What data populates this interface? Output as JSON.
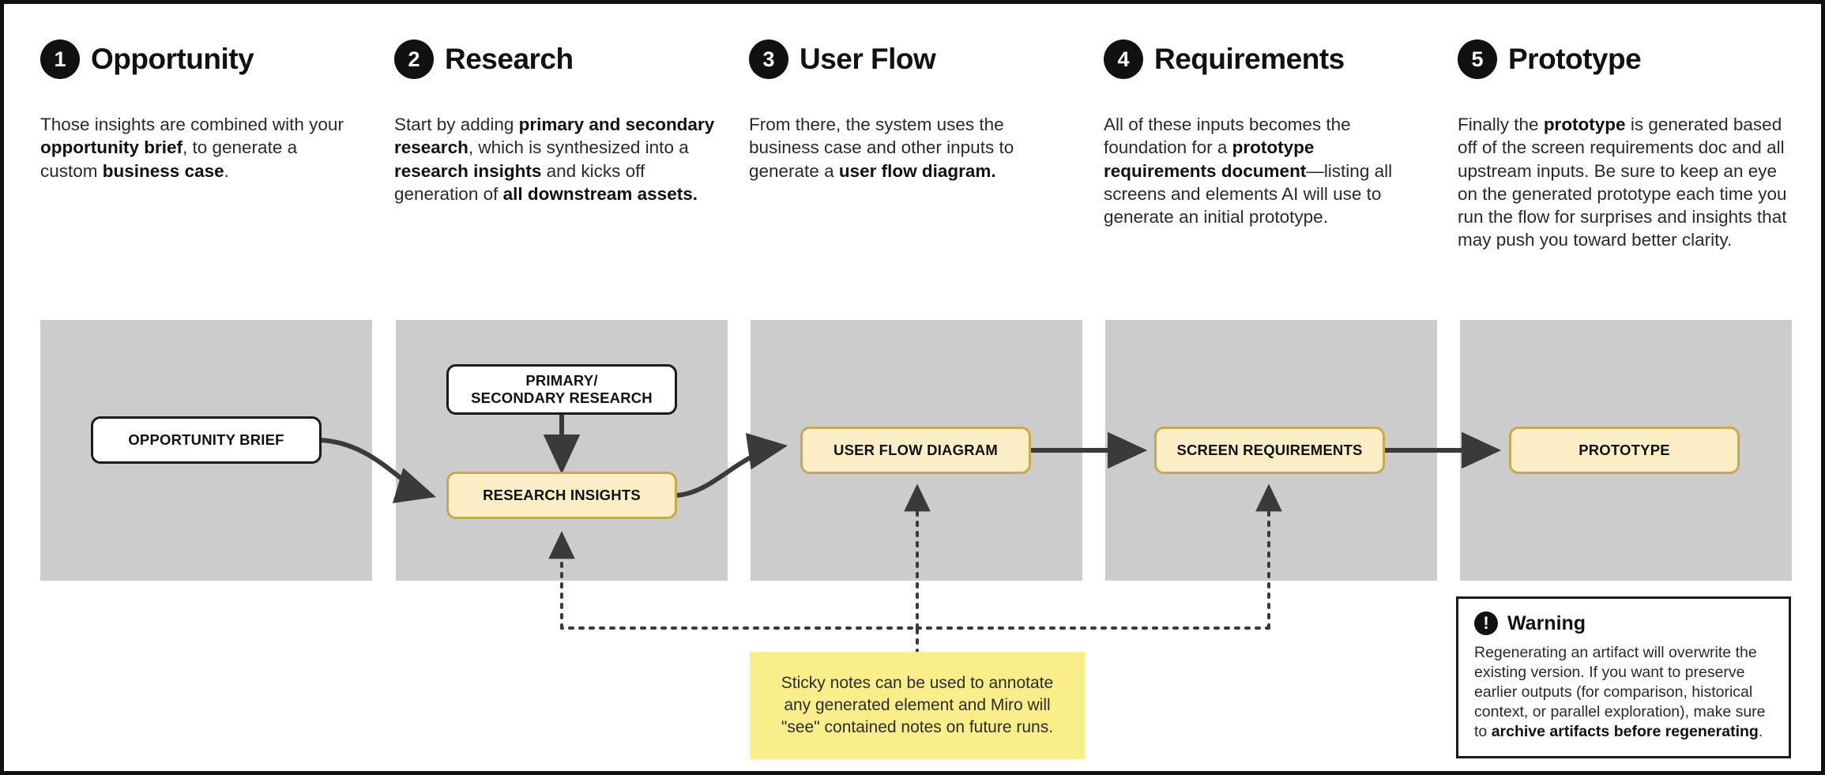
{
  "columns": [
    {
      "number": "1",
      "title": "Opportunity",
      "body_html": "Those insights are combined with your <b>opportunity brief</b>, to generate a custom <b>business case</b>."
    },
    {
      "number": "2",
      "title": "Research",
      "body_html": "Start by adding <b>primary and secondary research</b>, which is synthesized into a <b>research insights</b> and kicks off generation of <b>all downstream assets.</b>"
    },
    {
      "number": "3",
      "title": "User Flow",
      "body_html": "From there, the system uses the business case and other inputs to generate a <b>user flow diagram.</b>"
    },
    {
      "number": "4",
      "title": "Requirements",
      "body_html": "All of these inputs becomes the foundation for a <b>prototype requirements document</b>&#8212;listing all screens and elements AI will use to generate an initial prototype."
    },
    {
      "number": "5",
      "title": "Prototype",
      "body_html": "Finally the <b>prototype</b> is generated based off of the screen requirements doc and all upstream inputs. Be sure to keep an eye on the generated prototype each time you run the flow for surprises and insights that may push you toward better clarity."
    }
  ],
  "nodes": [
    {
      "id": "opportunity-brief",
      "label": "OPPORTUNITY BRIEF",
      "style": "white"
    },
    {
      "id": "primary-secondary",
      "label": "PRIMARY/\nSECONDARY RESEARCH",
      "style": "white"
    },
    {
      "id": "research-insights",
      "label": "RESEARCH INSIGHTS",
      "style": "yellow"
    },
    {
      "id": "user-flow-diagram",
      "label": "USER FLOW DIAGRAM",
      "style": "yellow"
    },
    {
      "id": "screen-requirements",
      "label": "SCREEN REQUIREMENTS",
      "style": "yellow"
    },
    {
      "id": "prototype",
      "label": "PROTOTYPE",
      "style": "yellow"
    }
  ],
  "sticky_note": {
    "text": "Sticky notes can be used to annotate any generated element and Miro will \"see\" contained notes on future runs."
  },
  "warning": {
    "icon": "exclamation-icon",
    "title": "Warning",
    "body_html": "Regenerating an artifact will overwrite the existing version. If you want to preserve earlier outputs (for comparison, historical context, or parallel exploration), make sure to <b>archive artifacts before regenerating</b>."
  },
  "colors": {
    "panel_gray": "#cccccc",
    "node_yellow_fill": "#fbeec6",
    "node_yellow_border": "#c9a94e",
    "node_white_fill": "#ffffff",
    "node_border_dark": "#1b1b1b",
    "sticky_yellow": "#faee8b",
    "connector": "#3a3a3a",
    "ink": "#111111"
  }
}
